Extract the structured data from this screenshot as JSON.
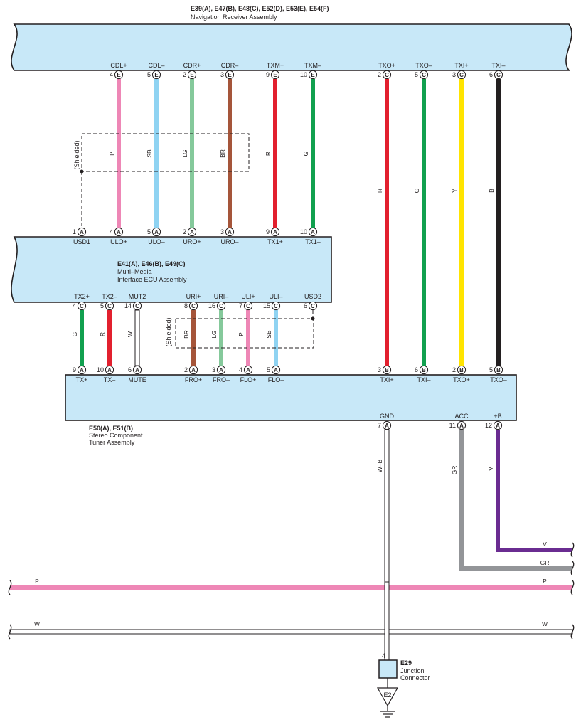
{
  "colors": {
    "P": "#ee87b6",
    "SB": "#8fd3f2",
    "LG": "#85c99b",
    "BR": "#a5553a",
    "R": "#e2202e",
    "G": "#11a04f",
    "Y": "#ffe400",
    "B": "#231f20",
    "W": "#ffffff",
    "GR": "#939598",
    "V": "#6a2c91",
    "W-B": "#ffffff",
    "box_fill": "#c8e8f8",
    "line": "#231f20"
  },
  "assemblies": {
    "nav": {
      "code": "E39(A), E47(B), E48(C), E52(D), E53(E), E54(F)",
      "name": "Navigation Receiver Assembly"
    },
    "ecu": {
      "code": "E41(A), E46(B), E49(C)",
      "name1": "Multi–Media",
      "name2": "Interface ECU Assembly"
    },
    "tuner": {
      "code": "E50(A), E51(B)",
      "name1": "Stereo Component",
      "name2": "Tuner Assembly"
    },
    "junction": {
      "code": "E29",
      "name1": "Junction",
      "name2": "Connector",
      "pin": "4"
    },
    "ground": {
      "label": "E2"
    }
  },
  "shield_label": "(Shielded)",
  "nav_pins": [
    {
      "sig": "CDL+",
      "num": "4",
      "conn": "E"
    },
    {
      "sig": "CDL–",
      "num": "5",
      "conn": "E"
    },
    {
      "sig": "CDR+",
      "num": "2",
      "conn": "E"
    },
    {
      "sig": "CDR–",
      "num": "3",
      "conn": "E"
    },
    {
      "sig": "TXM+",
      "num": "9",
      "conn": "E"
    },
    {
      "sig": "TXM–",
      "num": "10",
      "conn": "E"
    },
    {
      "sig": "TXO+",
      "num": "2",
      "conn": "C"
    },
    {
      "sig": "TXO–",
      "num": "5",
      "conn": "C"
    },
    {
      "sig": "TXI+",
      "num": "3",
      "conn": "C"
    },
    {
      "sig": "TXI–",
      "num": "6",
      "conn": "C"
    }
  ],
  "ecu_top_pins": [
    {
      "sig": "USD1",
      "num": "1",
      "conn": "A"
    },
    {
      "sig": "ULO+",
      "num": "4",
      "conn": "A"
    },
    {
      "sig": "ULO–",
      "num": "5",
      "conn": "A"
    },
    {
      "sig": "URO+",
      "num": "2",
      "conn": "A"
    },
    {
      "sig": "URO–",
      "num": "3",
      "conn": "A"
    },
    {
      "sig": "TX1+",
      "num": "9",
      "conn": "A"
    },
    {
      "sig": "TX1–",
      "num": "10",
      "conn": "A"
    }
  ],
  "ecu_bottom_pins": [
    {
      "sig": "TX2+",
      "num": "4",
      "conn": "C"
    },
    {
      "sig": "TX2–",
      "num": "5",
      "conn": "C"
    },
    {
      "sig": "MUT2",
      "num": "14",
      "conn": "C"
    },
    {
      "sig": "URI+",
      "num": "8",
      "conn": "C"
    },
    {
      "sig": "URI–",
      "num": "16",
      "conn": "C"
    },
    {
      "sig": "ULI+",
      "num": "7",
      "conn": "C"
    },
    {
      "sig": "ULI–",
      "num": "15",
      "conn": "C"
    },
    {
      "sig": "USD2",
      "num": "6",
      "conn": "C"
    }
  ],
  "tuner_top_pins": [
    {
      "sig": "TX+",
      "num": "9",
      "conn": "A"
    },
    {
      "sig": "TX–",
      "num": "10",
      "conn": "A"
    },
    {
      "sig": "MUTE",
      "num": "6",
      "conn": "A"
    },
    {
      "sig": "FRO+",
      "num": "2",
      "conn": "A"
    },
    {
      "sig": "FRO–",
      "num": "3",
      "conn": "A"
    },
    {
      "sig": "FLO+",
      "num": "4",
      "conn": "A"
    },
    {
      "sig": "FLO–",
      "num": "5",
      "conn": "A"
    },
    {
      "sig": "TXI+",
      "num": "3",
      "conn": "B"
    },
    {
      "sig": "TXI–",
      "num": "6",
      "conn": "B"
    },
    {
      "sig": "TXO+",
      "num": "2",
      "conn": "B"
    },
    {
      "sig": "TXO–",
      "num": "5",
      "conn": "B"
    }
  ],
  "tuner_bottom_pins": [
    {
      "sig": "GND",
      "num": "7",
      "conn": "A"
    },
    {
      "sig": "ACC",
      "num": "11",
      "conn": "A"
    },
    {
      "sig": "+B",
      "num": "12",
      "conn": "A"
    }
  ],
  "wires_nav_ecu": [
    "P",
    "SB",
    "LG",
    "BR",
    "R",
    "G"
  ],
  "wires_nav_tuner": [
    "R",
    "G",
    "Y",
    "B"
  ],
  "wires_ecu_tuner": [
    "G",
    "R",
    "W",
    "BR",
    "LG",
    "P",
    "SB"
  ],
  "wires_tuner_out": [
    "W–B",
    "GR",
    "V"
  ],
  "harness": [
    {
      "code": "V",
      "code_right": "V"
    },
    {
      "code": "GR",
      "code_right": "GR"
    },
    {
      "code": "P",
      "code_left": "P",
      "code_right": "P"
    },
    {
      "code": "W",
      "code_left": "W",
      "code_right": "W"
    }
  ]
}
